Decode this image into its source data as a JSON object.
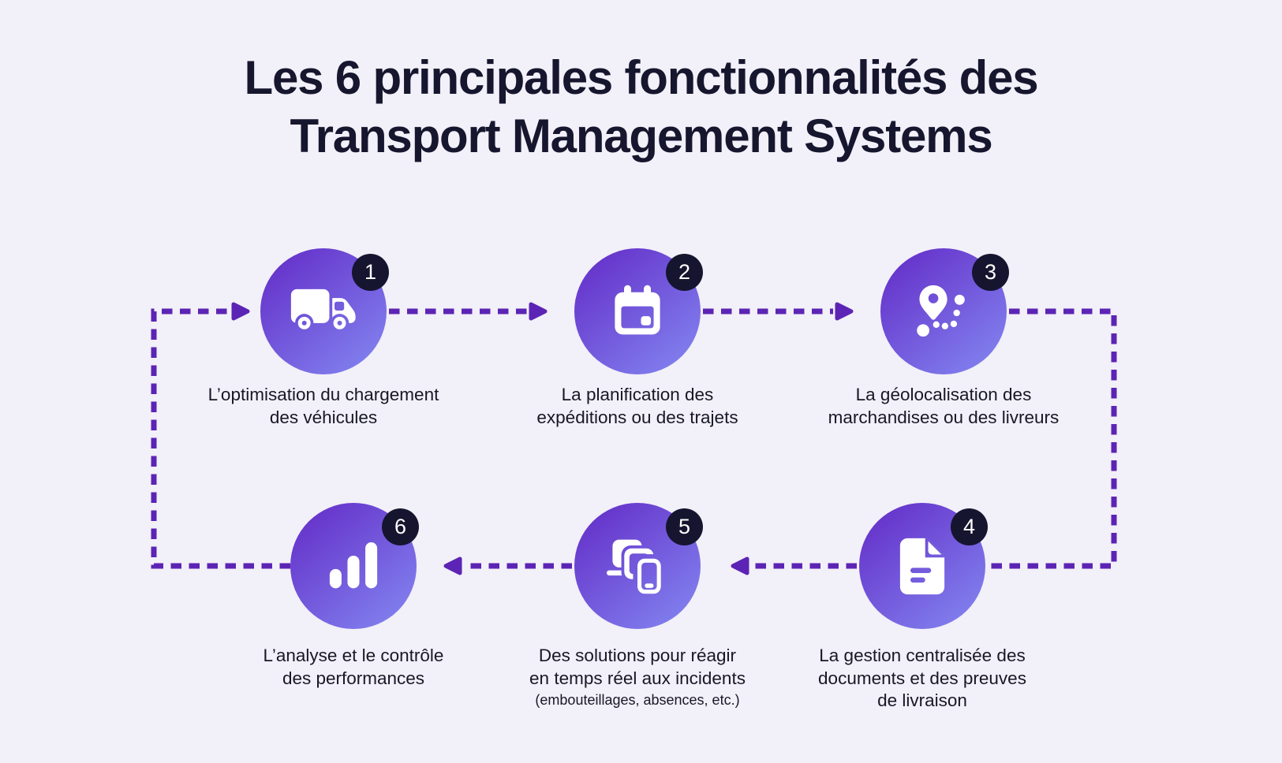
{
  "title": {
    "line1": "Les 6 principales fonctionnalités des",
    "line2": "Transport Management Systems"
  },
  "colors": {
    "background": "#f2f0f8",
    "connector": "#5c24b5",
    "circle_gradient_start": "#6229c6",
    "circle_gradient_end": "#8489f2",
    "badge_background": "#15152f",
    "badge_text": "#ffffff",
    "title_text": "#16162e",
    "label_text": "#181826",
    "icon": "#ffffff"
  },
  "steps": [
    {
      "number": "1",
      "icon": "truck-icon",
      "label_lines": [
        "L’optimisation du chargement",
        "des véhicules"
      ]
    },
    {
      "number": "2",
      "icon": "calendar-icon",
      "label_lines": [
        "La planification des",
        "expéditions ou des trajets"
      ]
    },
    {
      "number": "3",
      "icon": "route-pin-icon",
      "label_lines": [
        "La géolocalisation des",
        "marchandises ou des livreurs"
      ]
    },
    {
      "number": "4",
      "icon": "document-icon",
      "label_lines": [
        "La gestion centralisée des",
        "documents et des preuves",
        "de livraison"
      ]
    },
    {
      "number": "5",
      "icon": "devices-icon",
      "label_lines": [
        "Des solutions pour réagir",
        "en temps réel aux incidents"
      ],
      "sublabel": "(embouteillages, absences, etc.)"
    },
    {
      "number": "6",
      "icon": "bar-chart-icon",
      "label_lines": [
        "L’analyse et le contrôle",
        "des performances"
      ]
    }
  ]
}
